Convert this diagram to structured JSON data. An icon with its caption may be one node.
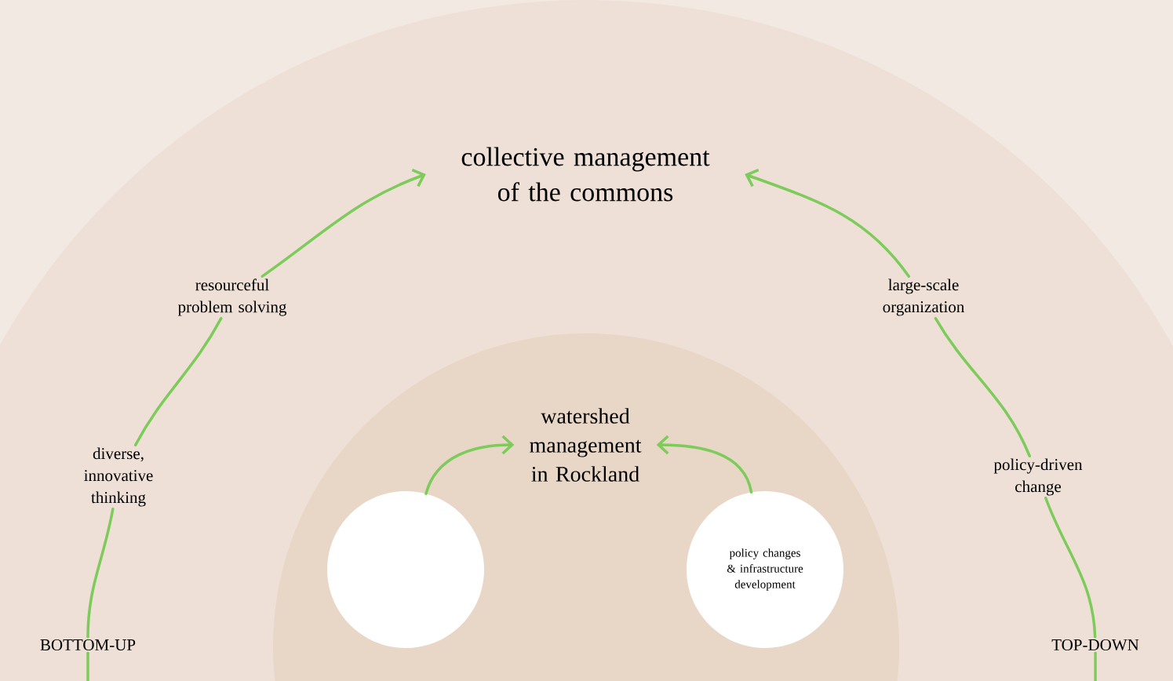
{
  "diagram": {
    "nodes": [
      {
        "text": [
          "collective management of the commons"
        ]
      },
      {
        "text": [
          "watershed management in Rockland"
        ]
      },
      {
        "text": [],
        "shape": "circle"
      },
      {
        "text": [
          "policy changes & infrastructure development"
        ]
      },
      {
        "text": [
          "BOTTOM-UP"
        ]
      },
      {
        "text": [
          "diverse, innovative thinking"
        ]
      },
      {
        "text": [
          "resourceful problem solving"
        ]
      },
      {
        "text": [
          "TOP-DOWN"
        ]
      },
      {
        "text": [
          "policy-driven change"
        ]
      },
      {
        "text": [
          "large-scale organization"
        ]
      }
    ],
    "edges": [
      {
        "from": null,
        "to": 4,
        "arrow": "none"
      },
      {
        "from": 4,
        "to": 5,
        "arrow": "none"
      },
      {
        "from": 5,
        "to": 6,
        "arrow": "none"
      },
      {
        "from": 6,
        "to": 0,
        "arrow": "to"
      },
      {
        "from": null,
        "to": 7,
        "arrow": "none"
      },
      {
        "from": 7,
        "to": 8,
        "arrow": "none"
      },
      {
        "from": 8,
        "to": 9,
        "arrow": "none"
      },
      {
        "from": 9,
        "to": 0,
        "arrow": "to"
      },
      {
        "from": 2,
        "to": 1,
        "arrow": "to"
      },
      {
        "from": 3,
        "to": 1,
        "arrow": "to"
      }
    ]
  }
}
